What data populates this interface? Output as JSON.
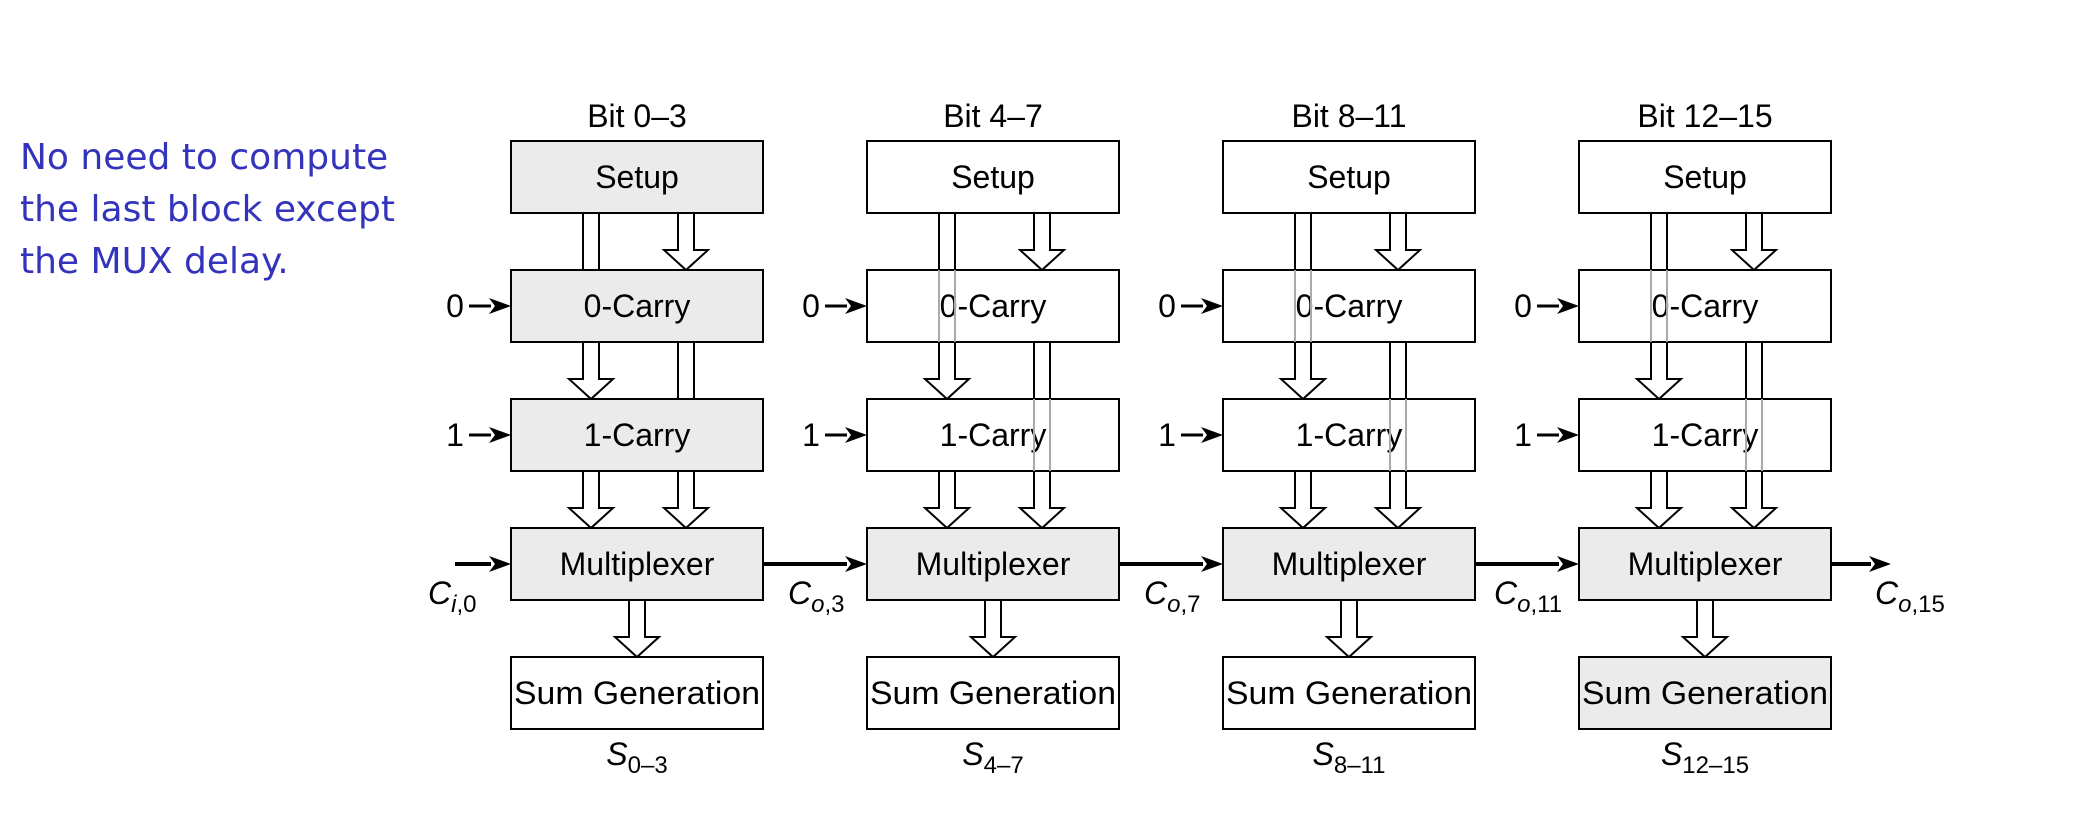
{
  "note": {
    "lines": [
      "No need to compute",
      "the last block except",
      "the MUX delay."
    ],
    "color": "#3333bb"
  },
  "colors": {
    "shaded_fill": "#ebebeb",
    "plain_fill": "#ffffff",
    "stroke": "#000000",
    "overlap_line": "#aaaaaa"
  },
  "blocks": [
    {
      "header": "Bit 0–3",
      "setup": "Setup",
      "carry0": "0-Carry",
      "carry1": "1-Carry",
      "mux": "Multiplexer",
      "sum": "Sum Generation",
      "in0": "0",
      "in1": "1",
      "sum_out": {
        "base": "S",
        "sub": "0–3"
      },
      "shaded": {
        "setup": true,
        "carry0": true,
        "carry1": true,
        "mux": true,
        "sum": false
      }
    },
    {
      "header": "Bit 4–7",
      "setup": "Setup",
      "carry0": "0-Carry",
      "carry1": "1-Carry",
      "mux": "Multiplexer",
      "sum": "Sum Generation",
      "in0": "0",
      "in1": "1",
      "sum_out": {
        "base": "S",
        "sub": "4–7"
      },
      "shaded": {
        "setup": false,
        "carry0": false,
        "carry1": false,
        "mux": true,
        "sum": false
      }
    },
    {
      "header": "Bit 8–11",
      "setup": "Setup",
      "carry0": "0-Carry",
      "carry1": "1-Carry",
      "mux": "Multiplexer",
      "sum": "Sum Generation",
      "in0": "0",
      "in1": "1",
      "sum_out": {
        "base": "S",
        "sub": "8–11"
      },
      "shaded": {
        "setup": false,
        "carry0": false,
        "carry1": false,
        "mux": true,
        "sum": false
      }
    },
    {
      "header": "Bit 12–15",
      "setup": "Setup",
      "carry0": "0-Carry",
      "carry1": "1-Carry",
      "mux": "Multiplexer",
      "sum": "Sum Generation",
      "in0": "0",
      "in1": "1",
      "sum_out": {
        "base": "S",
        "sub": "12–15"
      },
      "shaded": {
        "setup": false,
        "carry0": false,
        "carry1": false,
        "mux": true,
        "sum": true
      }
    }
  ],
  "carries": [
    {
      "base": "C",
      "sub_it": "i",
      "sub": ",0"
    },
    {
      "base": "C",
      "sub_it": "o",
      "sub": ",3"
    },
    {
      "base": "C",
      "sub_it": "o",
      "sub": ",7"
    },
    {
      "base": "C",
      "sub_it": "o",
      "sub": ",11"
    },
    {
      "base": "C",
      "sub_it": "o",
      "sub": ",15"
    }
  ]
}
